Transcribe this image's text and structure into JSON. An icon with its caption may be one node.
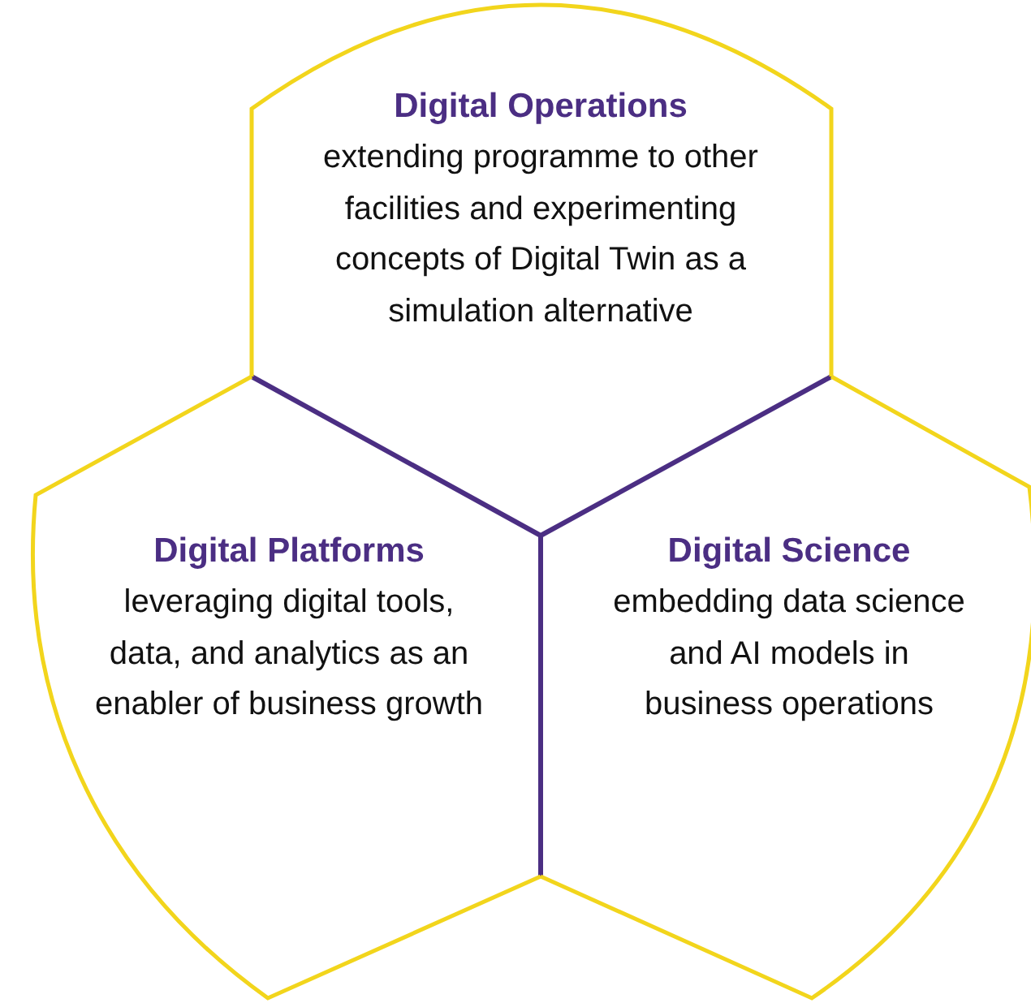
{
  "diagram": {
    "nodes": [
      {
        "text": [
          "Digital Operations",
          "extending programme to other facilities and experimenting concepts of Digital Twin as a simulation alternative"
        ]
      },
      {
        "text": [
          "Digital Platforms",
          "leveraging digital tools, data, and analytics as an enabler of business growth"
        ]
      },
      {
        "text": [
          "Digital Science",
          "embedding data science and AI models in business operations"
        ]
      }
    ]
  }
}
